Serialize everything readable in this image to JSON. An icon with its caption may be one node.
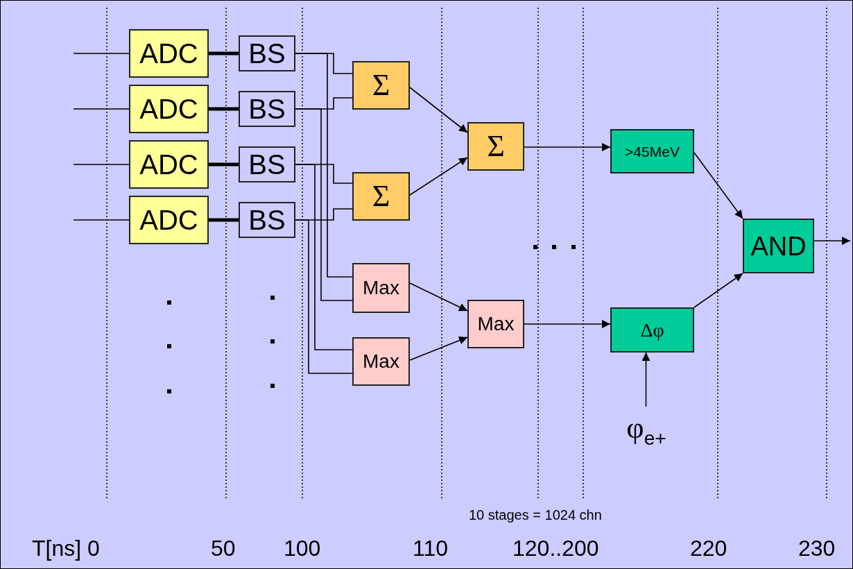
{
  "diagram": {
    "nodes": [
      {
        "text": [
          "ADC"
        ]
      },
      {
        "text": [
          "ADC"
        ]
      },
      {
        "text": [
          "ADC"
        ]
      },
      {
        "text": [
          "ADC"
        ]
      },
      {
        "text": [
          "BS"
        ]
      },
      {
        "text": [
          "BS"
        ]
      },
      {
        "text": [
          "BS"
        ]
      },
      {
        "text": [
          "BS"
        ]
      },
      {
        "text": [
          "Σ"
        ]
      },
      {
        "text": [
          "Σ"
        ]
      },
      {
        "text": [
          "Max"
        ]
      },
      {
        "text": [
          "Max"
        ]
      },
      {
        "text": [
          "Σ"
        ]
      },
      {
        "text": [
          "Max"
        ]
      },
      {
        "text": [
          ">45MeV"
        ]
      },
      {
        "text": [
          "Δφ"
        ]
      },
      {
        "text": [
          "AND"
        ]
      },
      {
        "text": [
          "φ$_{e+}$"
        ]
      }
    ],
    "edges": [
      {
        "from": null,
        "to": 0,
        "arrow": "none"
      },
      {
        "from": null,
        "to": 1,
        "arrow": "none"
      },
      {
        "from": null,
        "to": 2,
        "arrow": "none"
      },
      {
        "from": null,
        "to": 3,
        "arrow": "none"
      },
      {
        "from": 0,
        "to": 4,
        "arrow": "none",
        "style": "thick"
      },
      {
        "from": 1,
        "to": 5,
        "arrow": "none",
        "style": "thick"
      },
      {
        "from": 2,
        "to": 6,
        "arrow": "none",
        "style": "thick"
      },
      {
        "from": 3,
        "to": 7,
        "arrow": "none",
        "style": "thick"
      },
      {
        "from": 4,
        "to": 8,
        "arrow": "none"
      },
      {
        "from": 5,
        "to": 8,
        "arrow": "none"
      },
      {
        "from": 6,
        "to": 9,
        "arrow": "none"
      },
      {
        "from": 7,
        "to": 9,
        "arrow": "none"
      },
      {
        "from": 4,
        "to": 10,
        "arrow": "none"
      },
      {
        "from": 5,
        "to": 10,
        "arrow": "none"
      },
      {
        "from": 6,
        "to": 11,
        "arrow": "none"
      },
      {
        "from": 7,
        "to": 11,
        "arrow": "none"
      },
      {
        "from": 8,
        "to": 12,
        "arrow": "to"
      },
      {
        "from": 9,
        "to": 12,
        "arrow": "to"
      },
      {
        "from": 10,
        "to": 13,
        "arrow": "to"
      },
      {
        "from": 11,
        "to": 13,
        "arrow": "to"
      },
      {
        "from": 12,
        "to": 14,
        "arrow": "to"
      },
      {
        "from": 13,
        "to": 15,
        "arrow": "to"
      },
      {
        "from": 14,
        "to": 16,
        "arrow": "to"
      },
      {
        "from": 15,
        "to": 16,
        "arrow": "to"
      },
      {
        "from": 16,
        "to": null,
        "arrow": "to"
      },
      {
        "from": 17,
        "to": 15,
        "arrow": "to"
      }
    ],
    "labels": [
      "10 stages = 1024 chn",
      "T[ns] 0",
      "50",
      "100",
      "110",
      "120..200",
      "220",
      "230"
    ]
  }
}
